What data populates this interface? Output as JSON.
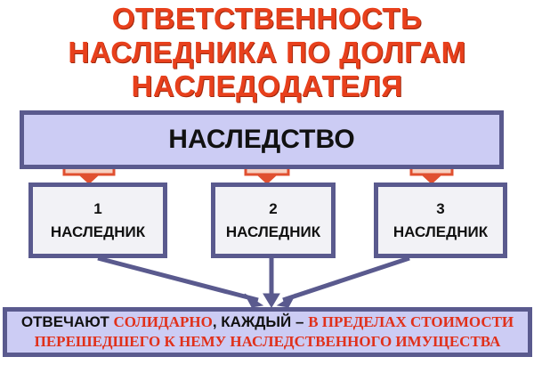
{
  "title": [
    "ОТВЕТСТВЕННОСТЬ",
    "НАСЛЕДНИКА ПО ДОЛГАМ",
    "НАСЛЕДОДАТЕЛЯ"
  ],
  "estate": "НАСЛЕДСТВО",
  "heirs": [
    {
      "num": "1",
      "label": "НАСЛЕДНИК"
    },
    {
      "num": "2",
      "label": "НАСЛЕДНИК"
    },
    {
      "num": "3",
      "label": "НАСЛЕДНИК"
    }
  ],
  "conclusion": {
    "p1": "ОТВЕЧАЮТ ",
    "p2": "СОЛИДАРНО",
    "p3": ", КАЖДЫЙ – ",
    "p4": "В ПРЕДЕЛАХ СТОИМОСТИ",
    "line2": "ПЕРЕШЕДШЕГО К НЕМУ НАСЛЕДСТВЕННОГО ИМУЩЕСТВА"
  },
  "colors": {
    "title": "#e8401c",
    "box": "#ccccf4",
    "border": "#5a5a8e"
  }
}
